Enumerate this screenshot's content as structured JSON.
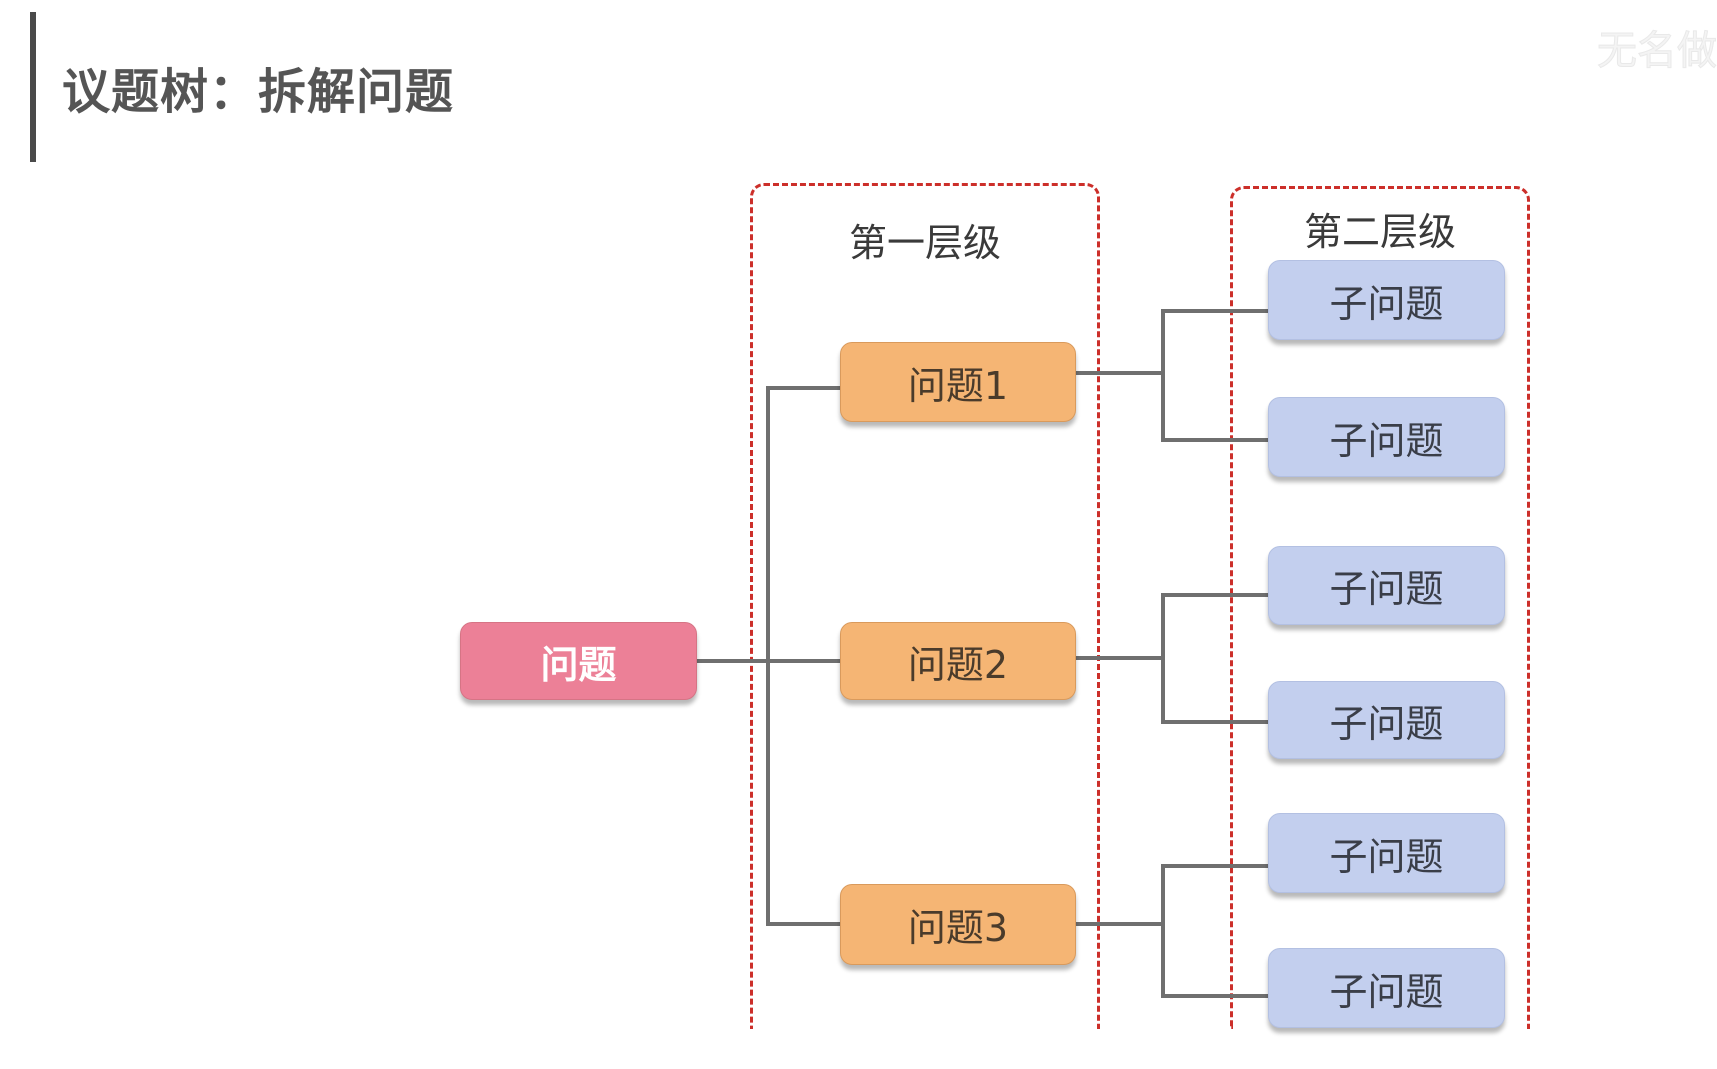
{
  "header": {
    "title": "议题树：拆解问题",
    "watermark": "无名做"
  },
  "levels": [
    {
      "label": "第一层级"
    },
    {
      "label": "第二层级"
    }
  ],
  "tree": {
    "root": {
      "label": "问题"
    },
    "children": [
      {
        "label": "问题1",
        "children": [
          {
            "label": "子问题"
          },
          {
            "label": "子问题"
          }
        ]
      },
      {
        "label": "问题2",
        "children": [
          {
            "label": "子问题"
          },
          {
            "label": "子问题"
          }
        ]
      },
      {
        "label": "问题3",
        "children": [
          {
            "label": "子问题"
          },
          {
            "label": "子问题"
          }
        ]
      }
    ]
  },
  "colors": {
    "root": "#ec8097",
    "level1": "#f5b574",
    "level2": "#c3cfee",
    "dashed_border": "#cc2f2a",
    "connector": "#6f6f6f",
    "title": "#555555"
  }
}
